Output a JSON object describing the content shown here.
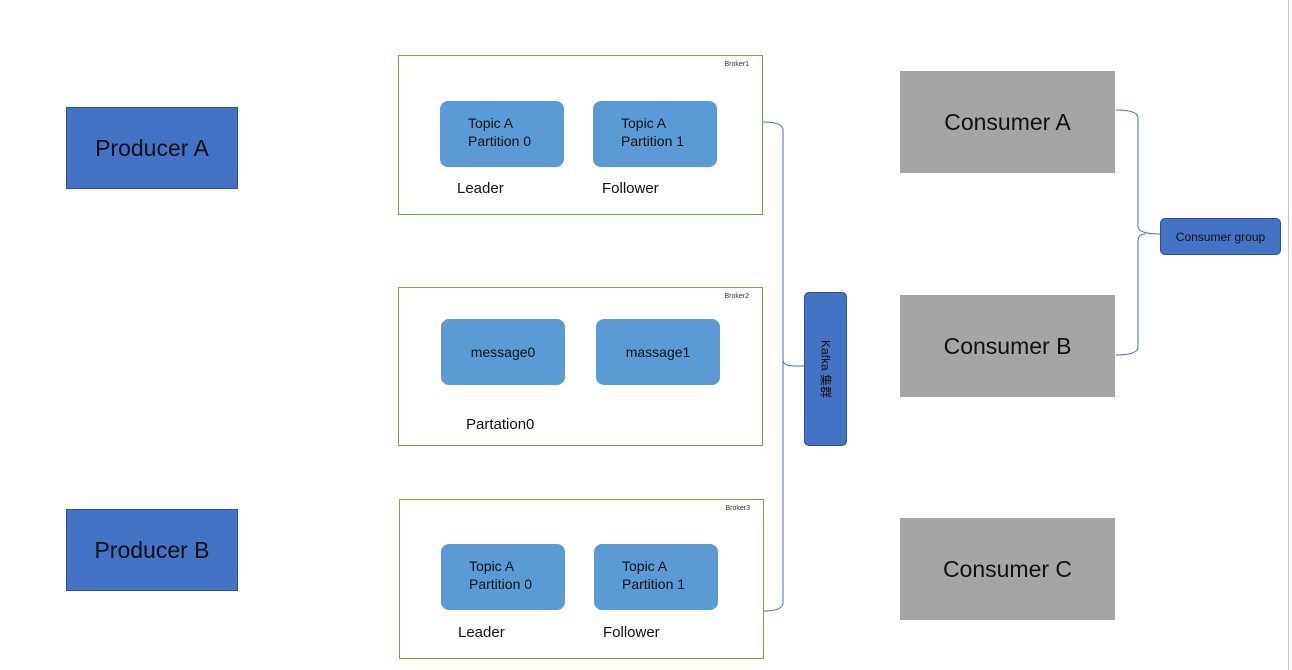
{
  "producers": {
    "a": "Producer A",
    "b": "Producer B"
  },
  "brokers": [
    {
      "name": "Broker1",
      "partitions": [
        {
          "line1": "Topic A",
          "line2": "Partition 0"
        },
        {
          "line1": "Topic A",
          "line2": "Partition 1"
        }
      ],
      "labels": [
        "Leader",
        "Follower"
      ]
    },
    {
      "name": "Broker2",
      "messages": [
        "message0",
        "massage1"
      ],
      "label": "Partation0"
    },
    {
      "name": "Broker3",
      "partitions": [
        {
          "line1": "Topic A",
          "line2": "Partition 0"
        },
        {
          "line1": "Topic A",
          "line2": "Partition 1"
        }
      ],
      "labels": [
        "Leader",
        "Follower"
      ]
    }
  ],
  "cluster": {
    "label": "Kafka 集群"
  },
  "consumers": {
    "a": "Consumer A",
    "b": "Consumer B",
    "c": "Consumer C"
  },
  "consumer_group": "Consumer group",
  "colors": {
    "producer": "#4472c4",
    "broker_border": "#70ad47",
    "partition": "#5b9bd5",
    "consumer": "#a5a5a5",
    "connector": "#4472c4"
  }
}
